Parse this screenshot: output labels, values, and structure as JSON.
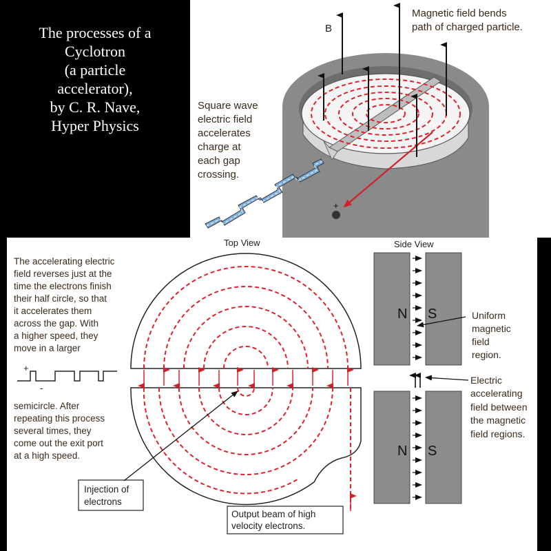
{
  "title": {
    "lines": [
      "The processes of a",
      "Cyclotron",
      "(a particle",
      "accelerator),",
      "by C. R. Nave,",
      "Hyper Physics"
    ]
  },
  "top_diagram": {
    "b_label": "B",
    "magnetic_label": [
      "Magnetic field bends",
      "path of charged particle."
    ],
    "square_wave_label": [
      "Square wave",
      "electric field",
      "accelerates",
      "charge at",
      "each gap",
      "crossing."
    ],
    "plus_label": "+"
  },
  "bottom_diagram": {
    "top_view_label": "Top View",
    "side_view_label": "Side View",
    "explanation_1": [
      "The accelerating electric",
      "field reverses just at the",
      "time the electrons finish",
      "their half circle, so that",
      "it accelerates them",
      "across the gap. With",
      "a higher speed, they",
      "move in a larger"
    ],
    "explanation_2": [
      "semicircle. After",
      "repeating this process",
      "several times, they",
      "come out the exit port",
      "at a high speed."
    ],
    "wave_plus": "+",
    "wave_minus": "-",
    "injection_label": [
      "Injection of",
      "electrons"
    ],
    "output_label": [
      "Output beam of high",
      "velocity electrons."
    ],
    "uniform_label": [
      "Uniform",
      "magnetic",
      "field",
      "region."
    ],
    "electric_label": [
      "Electric",
      "accelerating",
      "field between",
      "the magnetic",
      "field regions."
    ],
    "pole_n": "N",
    "pole_s": "S"
  },
  "colors": {
    "orbit_red": "#e0202a",
    "arrow_black": "#111111",
    "gray_magnet": "#8c8c8c",
    "wave_blue": "#7fb0e0",
    "label_brown": "#3a2a1a"
  }
}
